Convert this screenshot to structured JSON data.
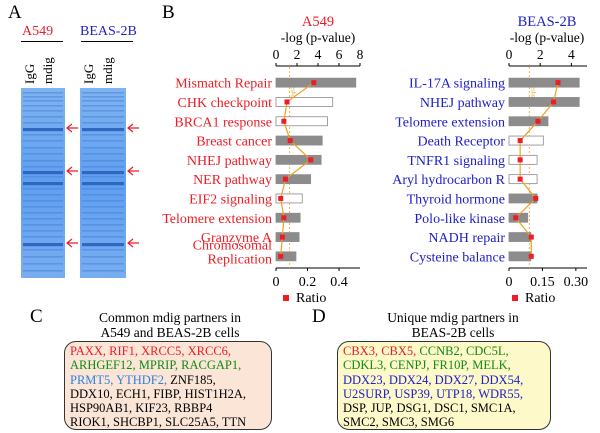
{
  "panels": {
    "A": "A",
    "B": "B",
    "C": "C",
    "D": "D"
  },
  "gel": {
    "a549": "A549",
    "beas": "BEAS-2B",
    "lanes": [
      "IgG",
      "mdig",
      "IgG",
      "mdig"
    ]
  },
  "colors": {
    "red": "#ee1c25",
    "blue": "#2020c8",
    "green": "#108a10",
    "lightblue": "#2f7fe0",
    "bar": "#8c8c8c",
    "line": "#f0a020",
    "marker": "#ee1c25"
  },
  "chart_data": [
    {
      "type": "bar",
      "title": "A549",
      "xlabel_top": "-log (p-value)",
      "xticks_top": [
        "0",
        "2",
        "4",
        "6",
        "8"
      ],
      "xlim_top": [
        0,
        8
      ],
      "xlabel_bottom": "Ratio",
      "xticks_bottom": [
        "0",
        "0.2",
        "0.4"
      ],
      "xlim_bottom": [
        0,
        0.533
      ],
      "threshold_label": "Threshold",
      "categories": [
        "Mismatch Repair",
        "CHK checkpoint",
        "BRCA1 response",
        "Breast cancer",
        "NHEJ pathway",
        "NER pathway",
        "EIF2 signaling",
        "Telomere extension",
        "Granzyme A",
        "Chromosomal Replication"
      ],
      "neglogp": [
        7.6,
        5.4,
        4.9,
        4.4,
        4.3,
        3.3,
        2.5,
        2.3,
        2.2,
        1.9
      ],
      "filled": [
        true,
        false,
        false,
        true,
        true,
        true,
        false,
        true,
        true,
        true
      ],
      "ratio": [
        0.24,
        0.07,
        0.05,
        0.09,
        0.22,
        0.06,
        0.03,
        0.05,
        0.04,
        0.03
      ]
    },
    {
      "type": "bar",
      "title": "BEAS-2B",
      "xlabel_top": "-log (p-value)",
      "xticks_top": [
        "0",
        "2",
        "4"
      ],
      "xlim_top": [
        0,
        5
      ],
      "xlabel_bottom": "Ratio",
      "xticks_bottom": [
        "0",
        "0.15",
        "0.30"
      ],
      "xlim_bottom": [
        0,
        0.35
      ],
      "threshold_label": "Threshold",
      "categories": [
        "IL-17A signaling",
        "NHEJ pathway",
        "Telomere extension",
        "Death Receptor",
        "TNFR1 signaling",
        "Aryl hydrocarbon R",
        "Thyroid hormone",
        "Polo-like kinase",
        "NADH repair",
        "Cysteine balance"
      ],
      "neglogp": [
        4.5,
        4.5,
        2.5,
        2.2,
        1.8,
        1.8,
        1.8,
        1.2,
        1.4,
        1.4
      ],
      "filled": [
        true,
        true,
        true,
        false,
        false,
        false,
        true,
        true,
        true,
        true
      ],
      "ratio": [
        0.22,
        0.2,
        0.13,
        0.05,
        0.05,
        0.05,
        0.12,
        0.03,
        0.1,
        0.1
      ]
    }
  ],
  "boxC": {
    "title1": "Common mdig partners in",
    "title2": "A549 and BEAS-2B cells",
    "lines": [
      [
        {
          "t": "PAXX, RIF1, XRCC5, XRCC6,",
          "c": "red"
        }
      ],
      [
        {
          "t": "ARHGEF12, MPRIP, RACGAP1,",
          "c": "green"
        }
      ],
      [
        {
          "t": "PRMT5, YTHDF2, ",
          "c": "lightblue"
        },
        {
          "t": "ZNF185,",
          "c": "black"
        }
      ],
      [
        {
          "t": "DDX10, ECH1, FIBP, HIST1H2A,",
          "c": "black"
        }
      ],
      [
        {
          "t": "HSP90AB1, KIF23, RBBP4",
          "c": "black"
        }
      ],
      [
        {
          "t": "RIOK1, SHCBP1, SLC25A5, TTN",
          "c": "black"
        }
      ]
    ]
  },
  "boxD": {
    "title1": "Unique mdig partners in",
    "title2": "BEAS-2B cells",
    "lines": [
      [
        {
          "t": "CBX3, CBX5, ",
          "c": "red"
        },
        {
          "t": "CCNB2, CDC5L,",
          "c": "green"
        }
      ],
      [
        {
          "t": "CDKL3, CENPJ, FR10P, MELK,",
          "c": "green"
        }
      ],
      [
        {
          "t": "DDX23, DDX24, DDX27, DDX54,",
          "c": "blue"
        }
      ],
      [
        {
          "t": "U2SURP, USP39, UTP18, WDR55,",
          "c": "blue"
        }
      ],
      [
        {
          "t": "DSP, JUP, DSG1, DSC1, SMC1A,",
          "c": "black"
        }
      ],
      [
        {
          "t": "SMC2, SMC3, SMG6",
          "c": "black"
        }
      ]
    ]
  }
}
